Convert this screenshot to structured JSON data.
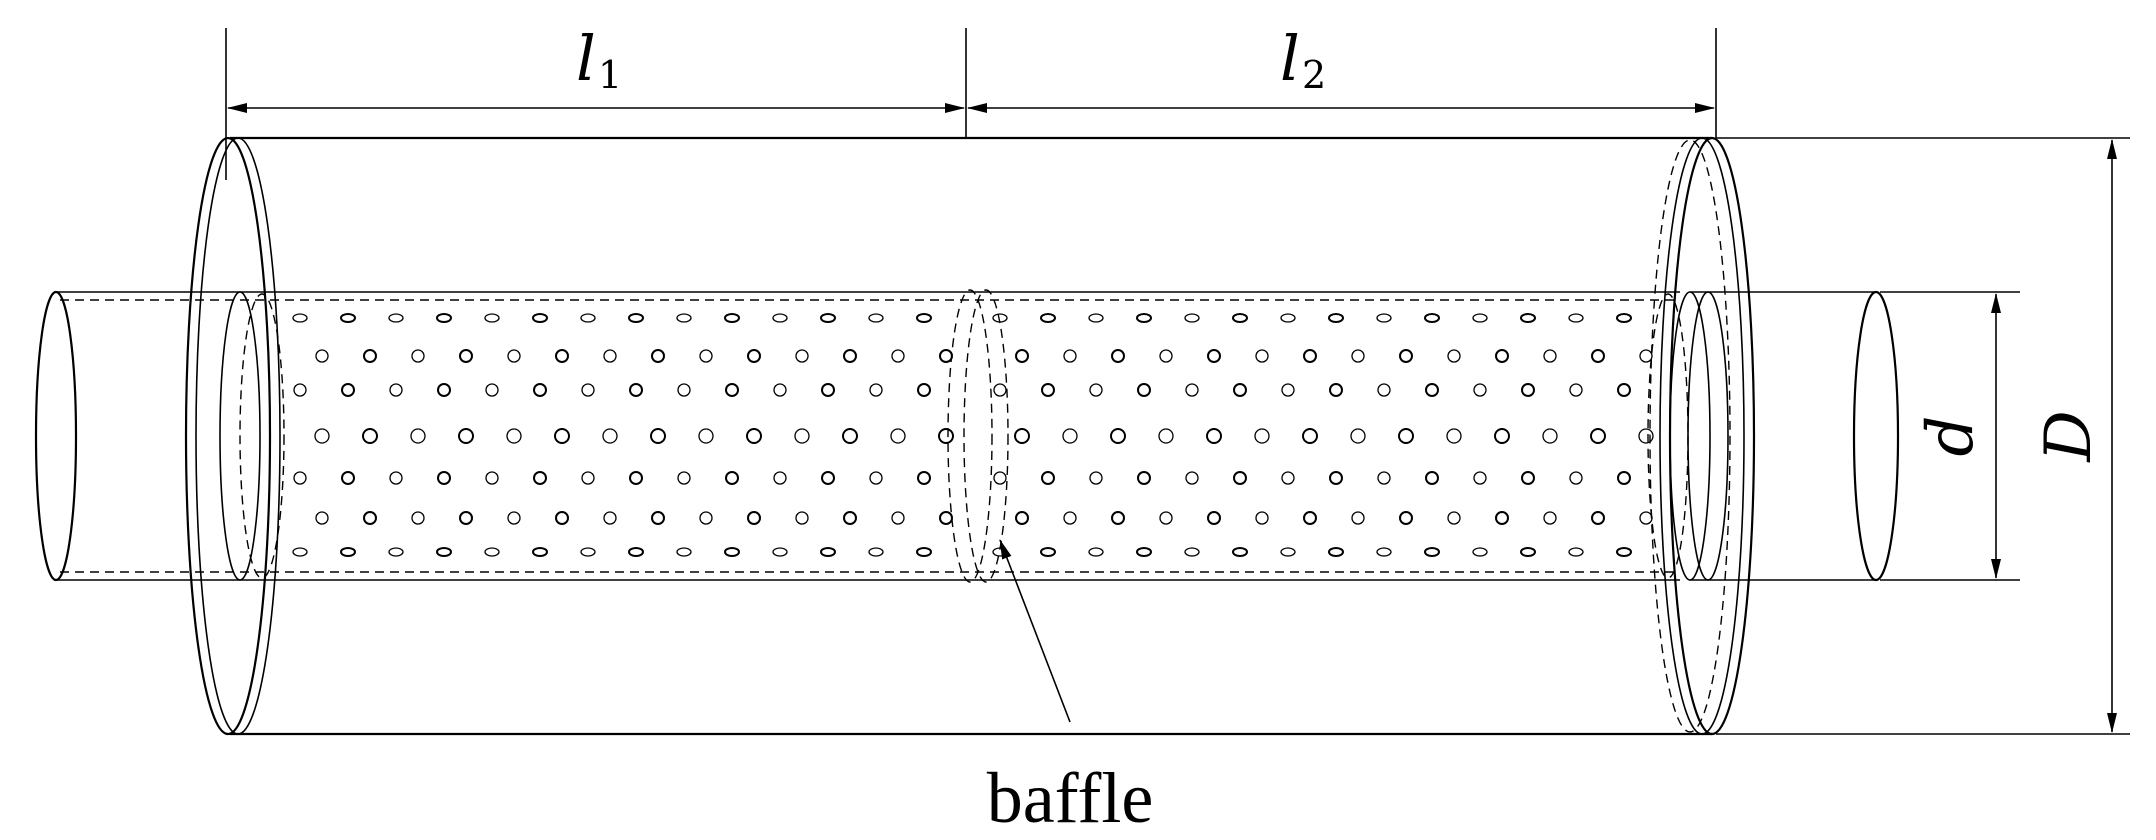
{
  "labels": {
    "l1_symbol": "l",
    "l1_subscript": "1",
    "l2_symbol": "l",
    "l2_subscript": "2",
    "inner_diameter": "d",
    "outer_diameter": "D",
    "baffle": "baffle"
  }
}
